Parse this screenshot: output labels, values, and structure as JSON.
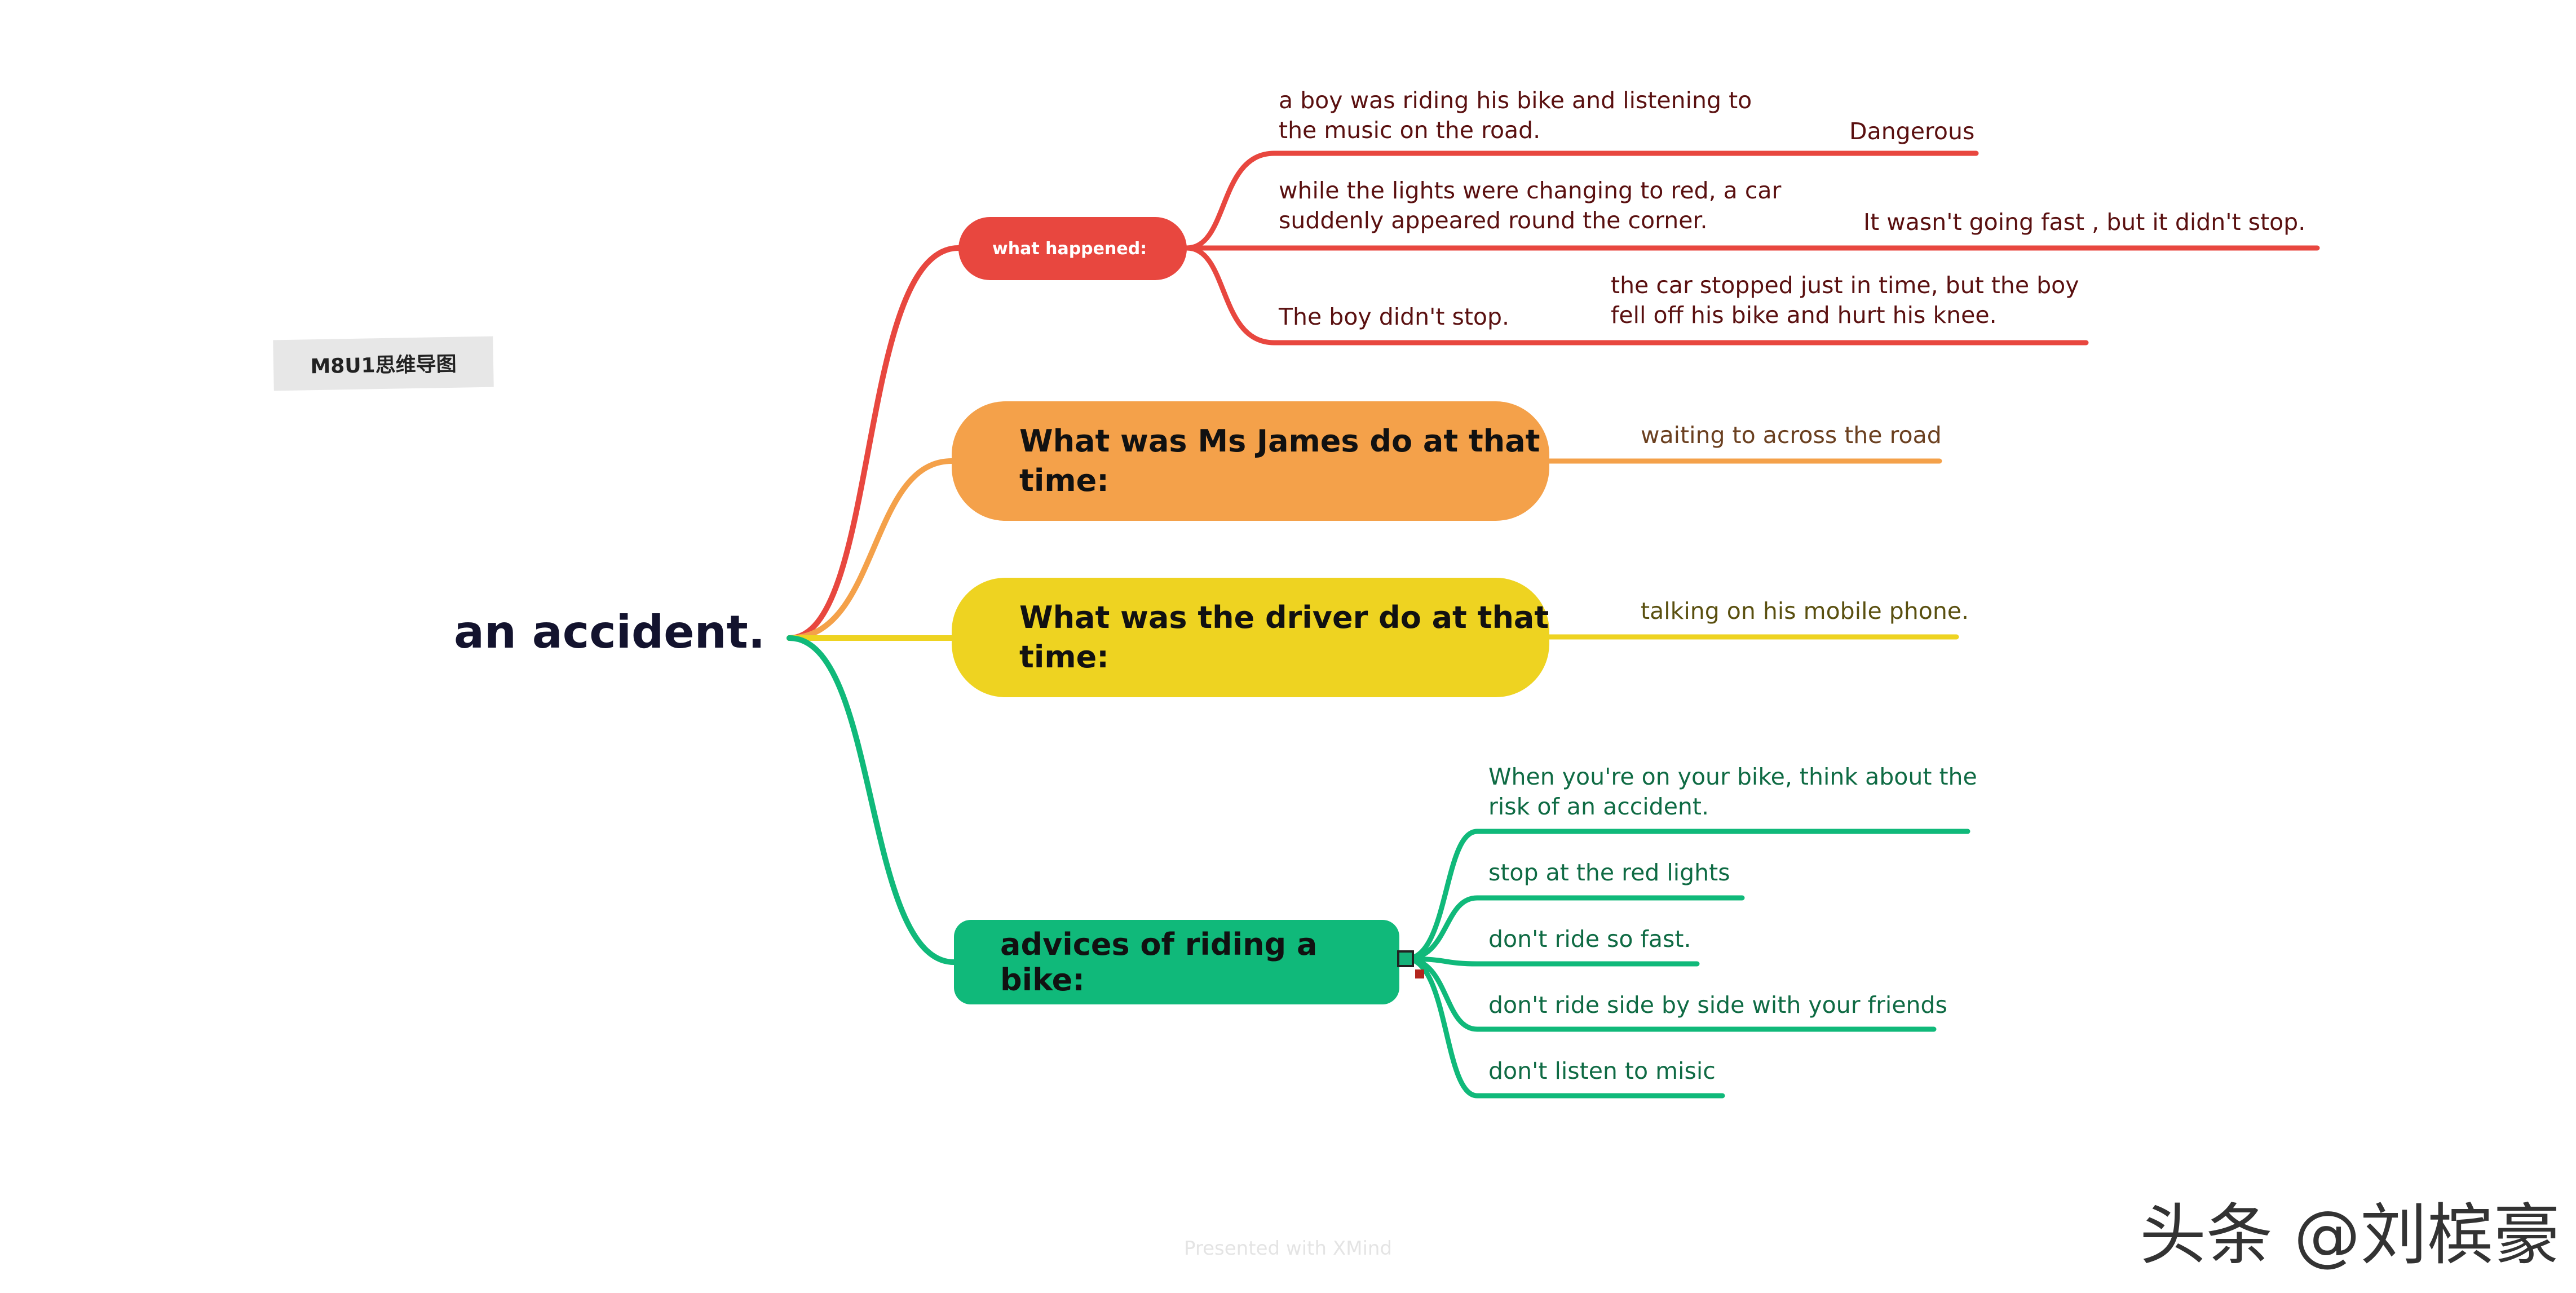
{
  "label_tag": "M8U1思维导图",
  "root": {
    "title": "an accident."
  },
  "colors": {
    "red": "#e8473f",
    "orange": "#f4a14a",
    "yellow": "#eed321",
    "green": "#10b97a"
  },
  "branches": {
    "what_happened": {
      "title": "what happened:",
      "items": [
        {
          "text_lines": [
            "a boy was riding his bike and listening to",
            "the music on the road."
          ],
          "sub": "Dangerous"
        },
        {
          "text_lines": [
            "while the lights were changing to red, a car",
            "suddenly appeared round the corner."
          ],
          "sub": "It wasn't going fast , but it didn't stop."
        },
        {
          "text_lines": [
            "The boy didn't stop."
          ],
          "sub_lines": [
            "the car stopped just in time, but the boy",
            "fell off his bike and hurt his knee."
          ]
        }
      ]
    },
    "ms_james": {
      "title_lines": [
        "What was Ms James do at that",
        "time:"
      ],
      "item": "waiting to across the road"
    },
    "driver": {
      "title_lines": [
        "What was the driver do at that",
        "time:"
      ],
      "item": "talking on his mobile phone."
    },
    "advices": {
      "title": "advices of riding a bike:",
      "items": [
        {
          "text_lines": [
            "When you're on your bike, think about the",
            "risk of an accident."
          ]
        },
        {
          "text_lines": [
            "stop at the red lights"
          ]
        },
        {
          "text_lines": [
            "don't ride so fast."
          ]
        },
        {
          "text_lines": [
            "don't ride side by side with your friends"
          ]
        },
        {
          "text_lines": [
            "don't listen to misic"
          ]
        }
      ]
    }
  },
  "footer": "Presented with XMind",
  "watermark": "头条 @刘槟豪"
}
